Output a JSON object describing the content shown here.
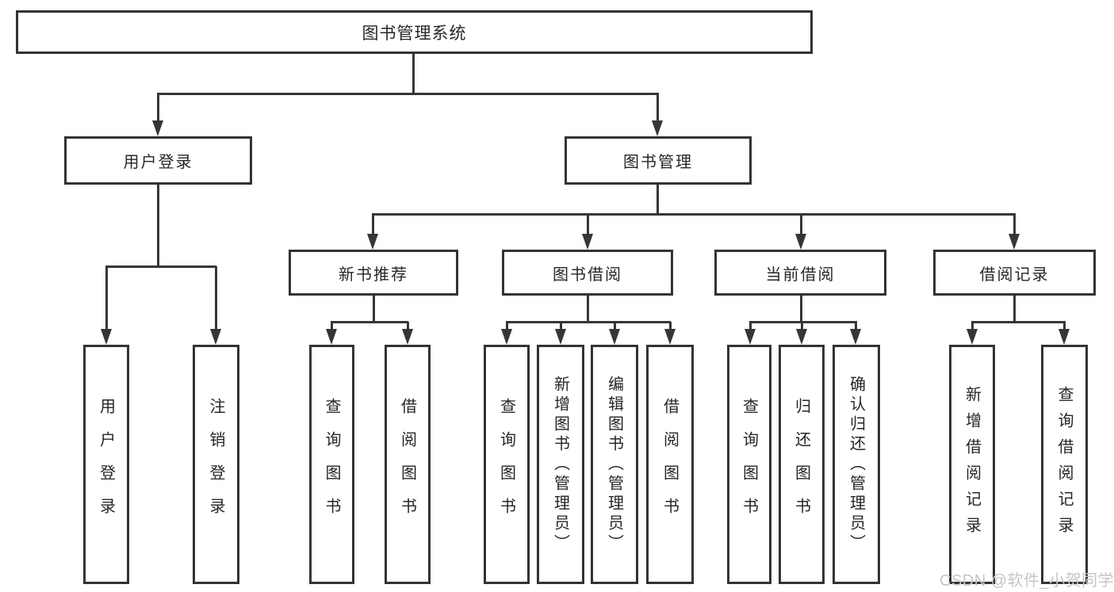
{
  "diagram": {
    "root_label": "图书管理系统",
    "level2": [
      "用户登录",
      "图书管理"
    ],
    "level3": [
      "新书推荐",
      "图书借阅",
      "当前借阅",
      "借阅记录"
    ],
    "leaves": [
      "用户登录",
      "注销登录",
      "查询图书",
      "借阅图书",
      "查询图书",
      "新增图书（管理员）",
      "编辑图书（管理员）",
      "借阅图书",
      "查询图书",
      "归还图书",
      "确认归还（管理员）",
      "新增借阅记录",
      "查询借阅记录"
    ],
    "colors": {
      "line": "#363636",
      "border": "#333333",
      "text": "#262626",
      "background": "#ffffff",
      "watermark": "#c5c5ca"
    }
  },
  "watermark_text": "CSDN @软件_小贺同学"
}
